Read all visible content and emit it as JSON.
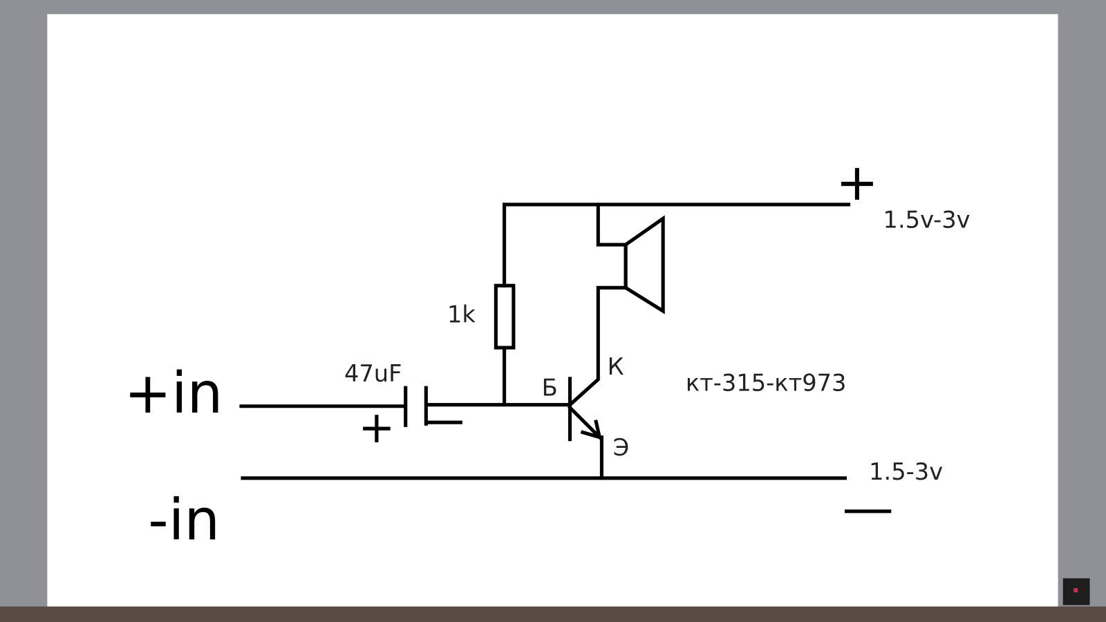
{
  "diagram": {
    "input_plus_label": "+in",
    "input_minus_label": "-in",
    "capacitor_label": "47uF",
    "capacitor_plus": "+",
    "capacitor_minus": "−",
    "resistor_label": "1k",
    "base_label": "Б",
    "collector_label": "К",
    "emitter_label": "Э",
    "transistor_label": "кт-315-кт973",
    "supply_plus": "+",
    "supply_top_label": "1.5v-3v",
    "supply_bottom_label": "1.5-3v",
    "supply_minus": "—"
  }
}
